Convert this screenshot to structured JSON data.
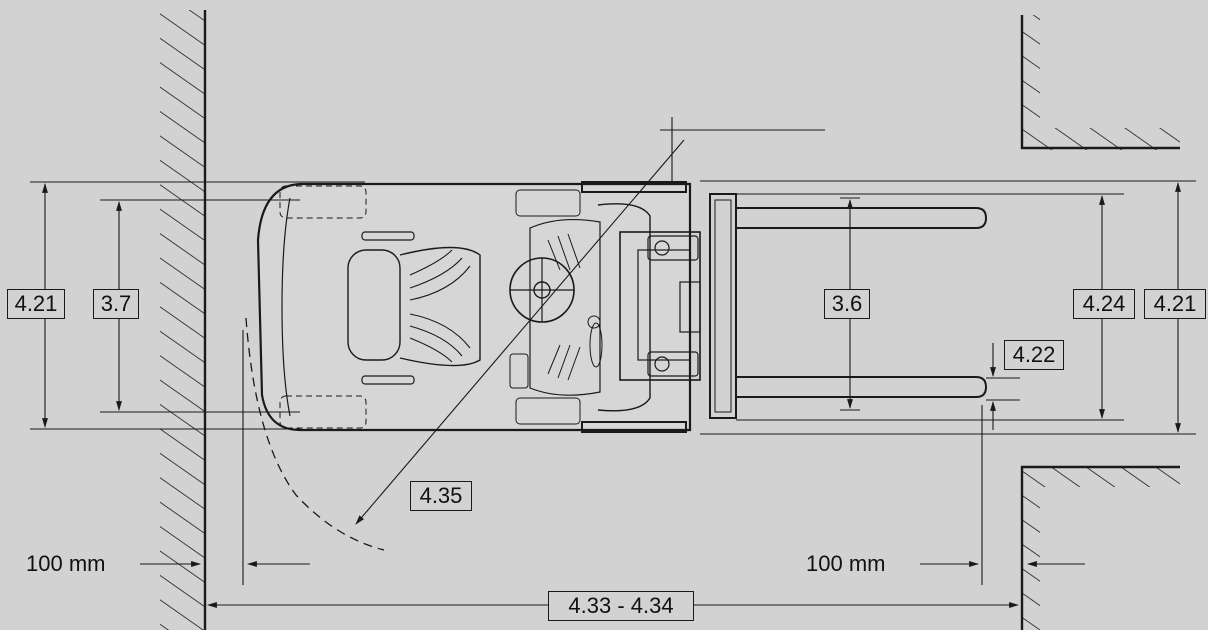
{
  "labels": {
    "width_outer_left": "4.21",
    "width_inner_left": "3.7",
    "fork_spread": "3.6",
    "carriage_width": "4.24",
    "width_outer_right": "4.21",
    "fork_thickness": "4.22",
    "turning_radius": "4.35",
    "aisle_width": "4.33 - 4.34"
  },
  "clearances": {
    "left": "100 mm",
    "right": "100 mm"
  },
  "colors": {
    "background": "#d2d2d2",
    "line": "#1a1a1a"
  }
}
